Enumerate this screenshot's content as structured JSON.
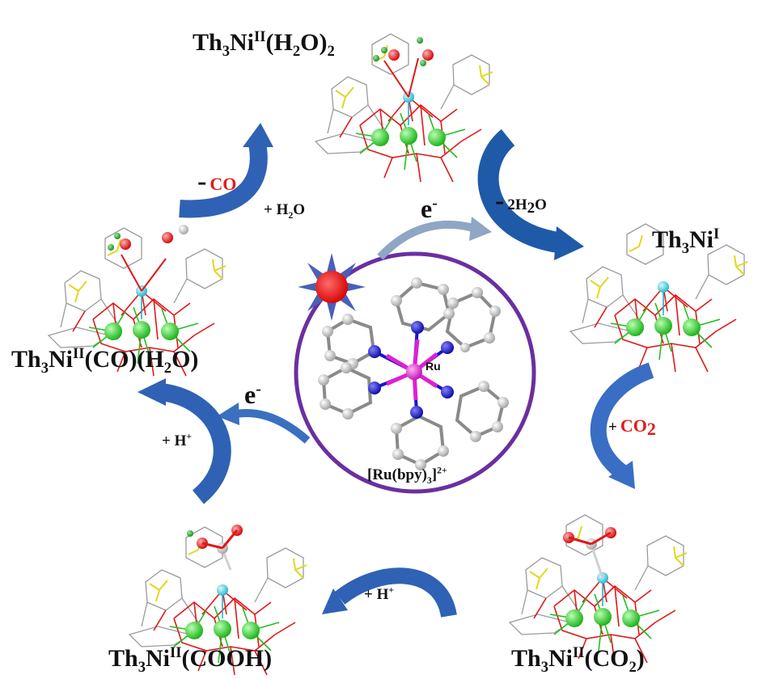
{
  "species": {
    "h2o2": {
      "base": "Th",
      "s1": "3",
      "m1": "Ni",
      "ox": "II",
      "rest": "(H",
      "s2": "2",
      "end": "O)",
      "s3": "2"
    },
    "nii": {
      "base": "Th",
      "s1": "3",
      "m1": "Ni",
      "ox": "I"
    },
    "co2": {
      "base": "Th",
      "s1": "3",
      "m1": "Ni",
      "ox": "II",
      "rest": "(CO",
      "s2": "2",
      "end": ")"
    },
    "cooh": {
      "base": "Th",
      "s1": "3",
      "m1": "Ni",
      "ox": "II",
      "rest": "(COOH)"
    },
    "coh2o": {
      "base": "Th",
      "s1": "3",
      "m1": "Ni",
      "ox": "II",
      "rest": "(CO)(H",
      "s2": "2",
      "end": "O)"
    }
  },
  "steps": {
    "minus_co_sign": "-",
    "minus_co_text": "CO",
    "plus_h2o": "+ H",
    "plus_h2o_sub": "2",
    "plus_h2o_end": "O",
    "minus_2h2o_sign": "-",
    "minus_2h2o_text": "2H",
    "minus_2h2o_sub": "2",
    "minus_2h2o_end": "O",
    "plus_co2": "+",
    "plus_co2_text": "CO",
    "plus_co2_sub": "2",
    "plus_h_bottom": "+ H",
    "plus_h_bottom_sup": "+",
    "plus_h_left": "+ H",
    "plus_h_left_sup": "+"
  },
  "electrons": {
    "e_top": "e",
    "e_top_sup": "-",
    "e_left": "e",
    "e_left_sup": "-"
  },
  "catalyst": {
    "label_a": "[Ru(bpy)",
    "label_sub": "3",
    "label_b": "]",
    "label_sup": "2+",
    "center_atom": "Ru"
  },
  "colors": {
    "ring": "#6a2fa0",
    "arrow_blue": "#2f62b4",
    "arrow_grey": "#8fa6c4",
    "th": "#22cc22",
    "ni": "#33d3e6",
    "o": "#ff2020",
    "s": "#e8e62a",
    "n": "#1515d0",
    "ru": "#e020d0",
    "sun": "#e81414"
  }
}
